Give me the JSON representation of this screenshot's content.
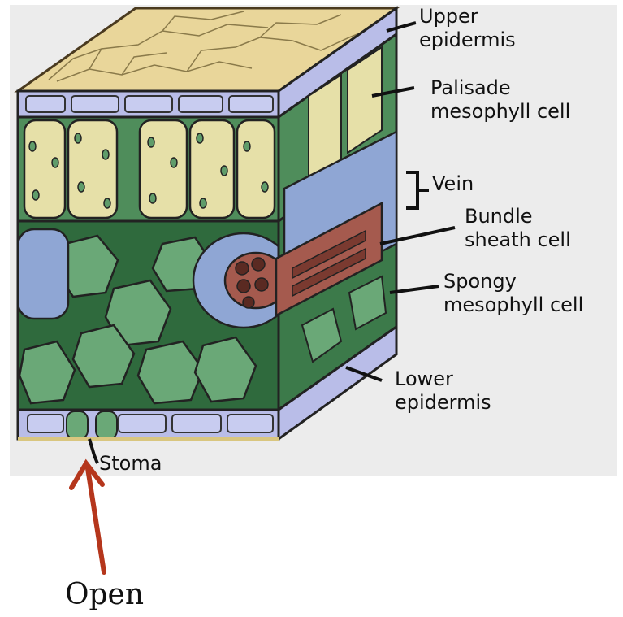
{
  "labels": {
    "upper_epidermis": [
      "Upper",
      "epidermis"
    ],
    "palisade": [
      "Palisade",
      "mesophyll cell"
    ],
    "vein": "Vein",
    "bundle_sheath": [
      "Bundle",
      "sheath cell"
    ],
    "spongy": [
      "Spongy",
      "mesophyll cell"
    ],
    "lower_epidermis": [
      "Lower",
      "epidermis"
    ],
    "stoma": "Stoma",
    "open": "Open"
  },
  "colors": {
    "panel_background": "#ececec",
    "cuticle": "#e9d69a",
    "epidermis": "#b9bde8",
    "palisade": "#e6e0a8",
    "mesophyll_green": "#5f9c6a",
    "bundle_sheath": "#8fa6d4",
    "vein_xylem": "#a55a4e",
    "arrow": "#b5361c"
  }
}
